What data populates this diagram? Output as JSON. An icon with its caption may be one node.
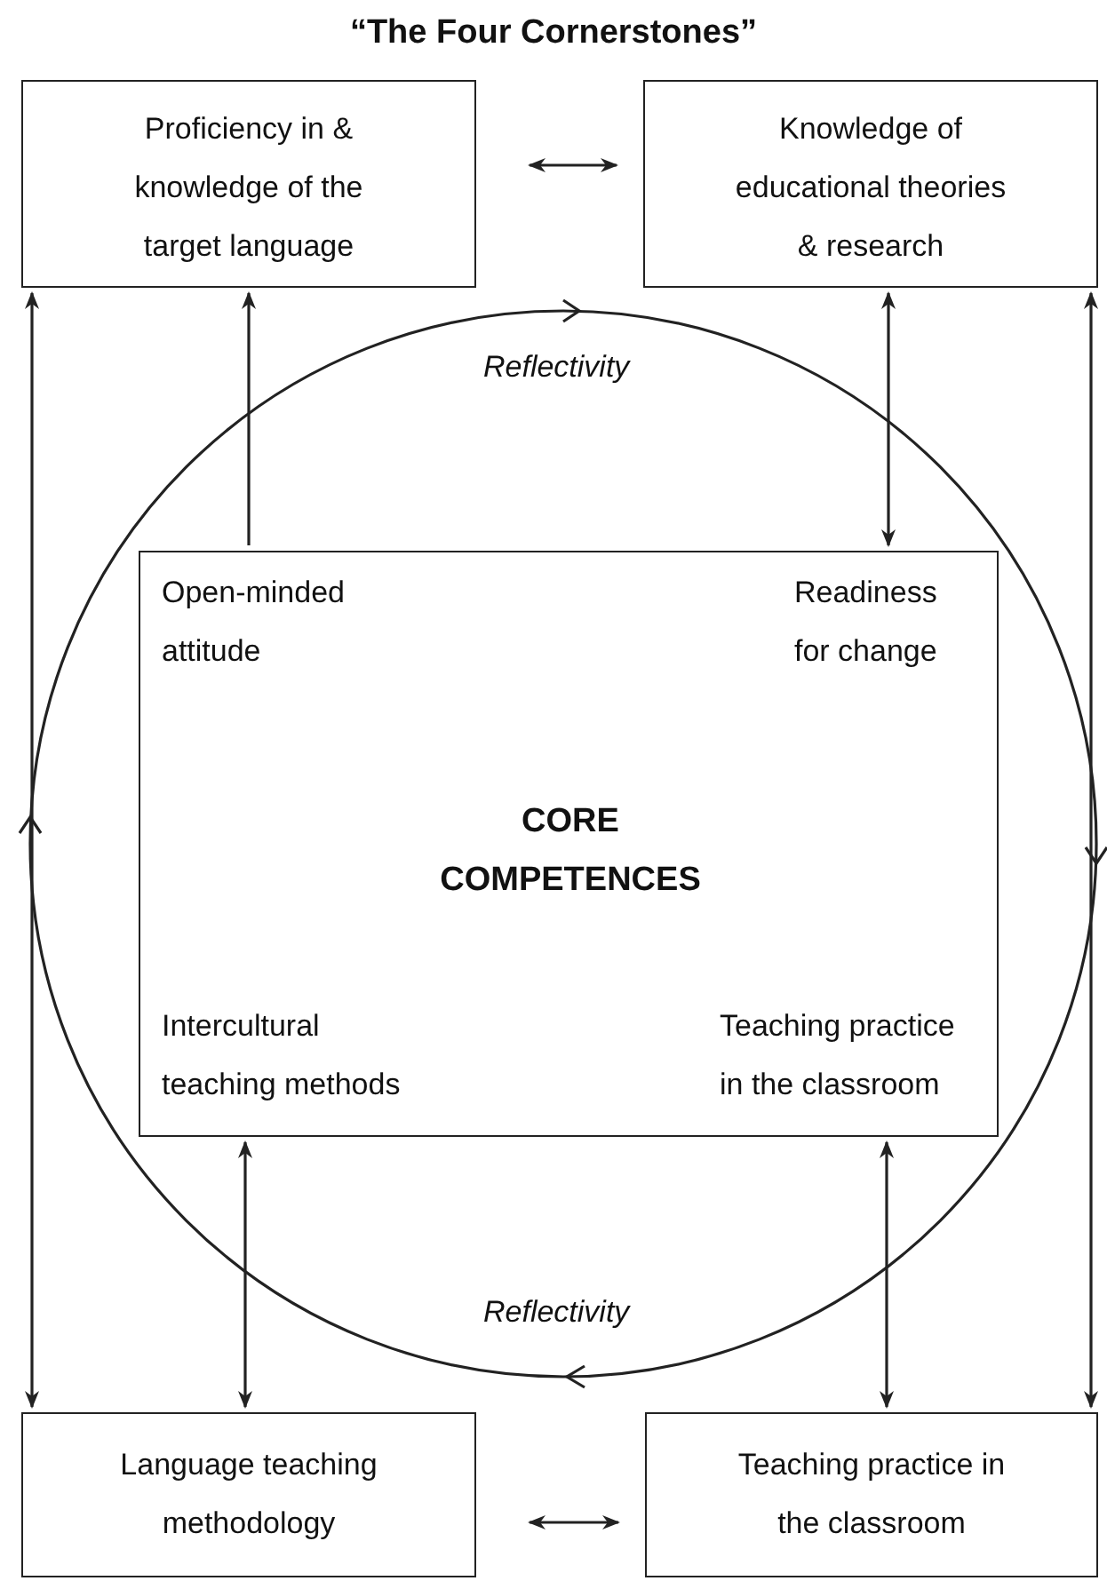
{
  "diagram": {
    "title": "“The Four Cornerstones”",
    "nodes": [
      {
        "text": [
          "Proficiency in & knowledge of the target language"
        ]
      },
      {
        "text": [
          "Knowledge of educational theories & research"
        ]
      },
      {
        "text": [
          "CORE COMPETENCES"
        ]
      },
      {
        "text": [
          "Language teaching methodology"
        ]
      },
      {
        "text": [
          "Teaching practice in the classroom"
        ]
      }
    ],
    "edges": [
      {
        "from": 0,
        "to": 1,
        "arrow": "both"
      },
      {
        "from": 3,
        "to": 4,
        "arrow": "both"
      },
      {
        "from": 2,
        "to": 0,
        "arrow": "to"
      },
      {
        "from": 1,
        "to": 2,
        "arrow": "both"
      },
      {
        "from": 2,
        "to": 3,
        "arrow": "both"
      },
      {
        "from": 2,
        "to": 4,
        "arrow": "both"
      },
      {
        "from": 0,
        "to": 3,
        "arrow": "both"
      },
      {
        "from": 1,
        "to": 4,
        "arrow": "both"
      }
    ],
    "labels": [
      "Open-minded attitude",
      "Readiness for change",
      "Intercultural teaching methods",
      "Teaching practice in the classroom",
      "Reflectivity",
      "Reflectivity"
    ]
  }
}
